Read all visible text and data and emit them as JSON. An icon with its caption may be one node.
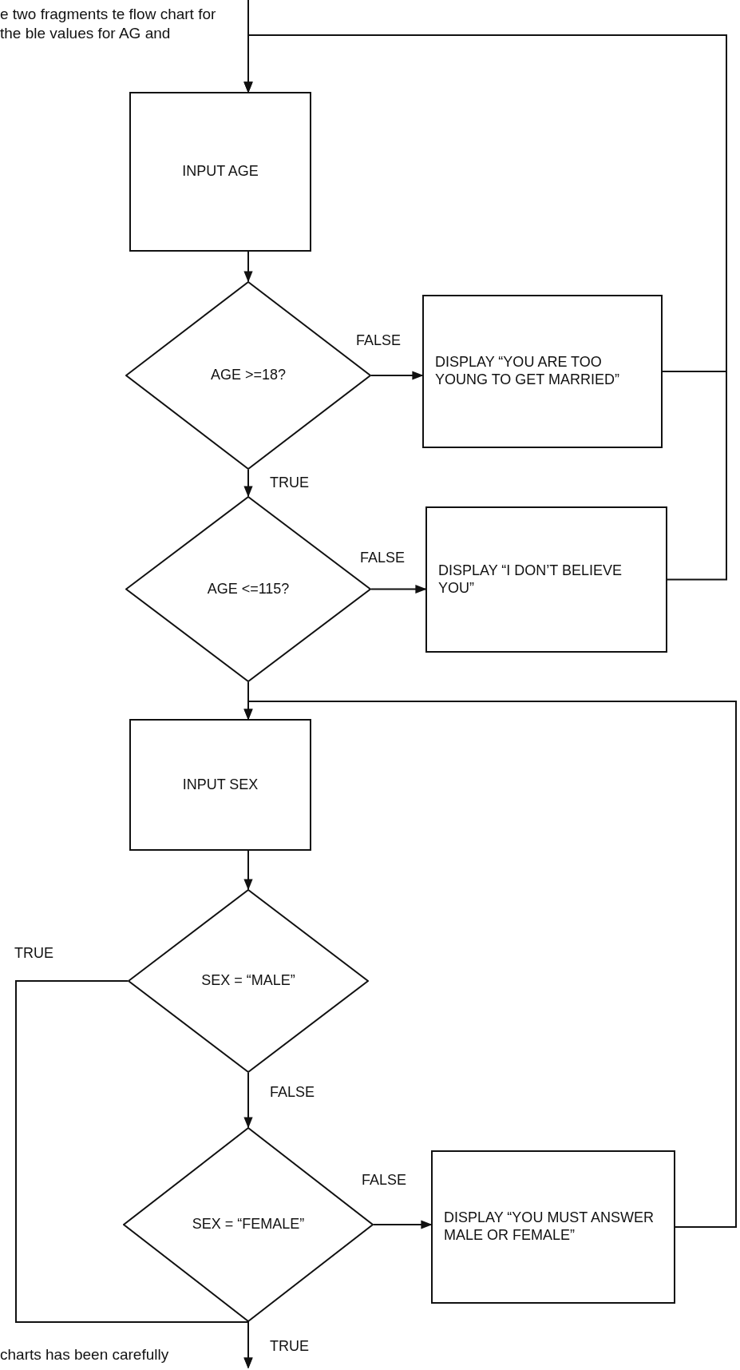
{
  "diagram": {
    "nodes": [
      {
        "text": [
          "INPUT AGE"
        ]
      },
      {
        "text": [
          "AGE >=18?"
        ]
      },
      {
        "text": [
          "DISPLAY “YOU ARE TOO YOUNG TO GET MARRIED”"
        ]
      },
      {
        "text": [
          "AGE <=115?"
        ]
      },
      {
        "text": [
          "DISPLAY “I DON’T BELIEVE YOU”"
        ]
      },
      {
        "text": [
          "INPUT SEX"
        ]
      },
      {
        "text": [
          "SEX = “MALE”"
        ]
      },
      {
        "text": [
          "SEX = “FEMALE”"
        ]
      },
      {
        "text": [
          "DISPLAY “YOU MUST ANSWER MALE OR FEMALE”"
        ]
      }
    ],
    "edges": [
      {
        "from": null,
        "to": 0,
        "arrow": "to"
      },
      {
        "from": 0,
        "to": 1,
        "arrow": "to"
      },
      {
        "from": 1,
        "to": 2,
        "arrow": "to",
        "label": "FALSE"
      },
      {
        "from": 1,
        "to": 3,
        "arrow": "to",
        "label": "TRUE"
      },
      {
        "from": 2,
        "to": 0,
        "arrow": "to"
      },
      {
        "from": 3,
        "to": 4,
        "arrow": "to",
        "label": "FALSE"
      },
      {
        "from": 4,
        "to": 0,
        "arrow": "to"
      },
      {
        "from": 3,
        "to": 5,
        "arrow": "to"
      },
      {
        "from": 5,
        "to": 6,
        "arrow": "to"
      },
      {
        "from": 6,
        "to": null,
        "arrow": "to",
        "label": "TRUE"
      },
      {
        "from": 6,
        "to": 7,
        "arrow": "to",
        "label": "FALSE"
      },
      {
        "from": 7,
        "to": 8,
        "arrow": "to",
        "label": "FALSE"
      },
      {
        "from": 8,
        "to": 5,
        "arrow": "to"
      },
      {
        "from": 7,
        "to": null,
        "arrow": "to",
        "label": "TRUE"
      }
    ],
    "labels": [
      "e two fragments te flow chart for the ble values for AG and",
      "charts has been carefully"
    ]
  }
}
